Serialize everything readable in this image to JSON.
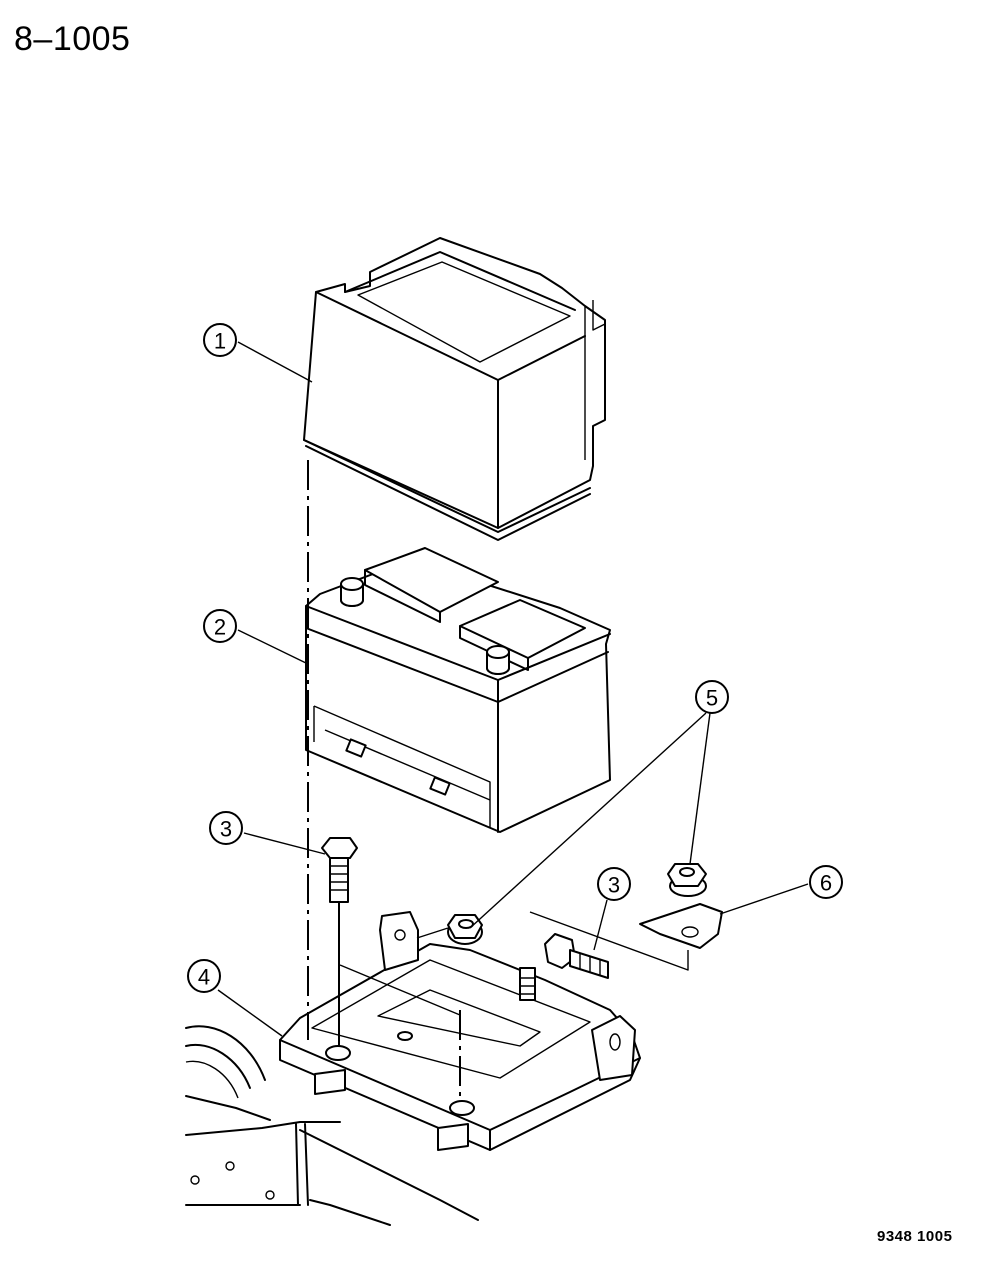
{
  "header": {
    "title": "8–1005"
  },
  "footer": {
    "figure_code": "9348  1005"
  },
  "callouts": [
    {
      "label": "1"
    },
    {
      "label": "2"
    },
    {
      "label": "3"
    },
    {
      "label": "3"
    },
    {
      "label": "4"
    },
    {
      "label": "5"
    },
    {
      "label": "6"
    }
  ]
}
